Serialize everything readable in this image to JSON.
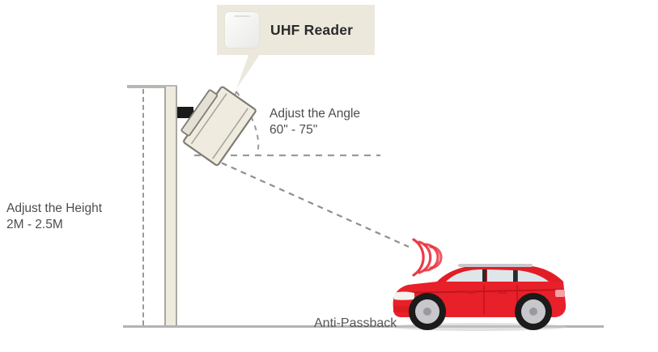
{
  "diagram": {
    "title_callout": {
      "label": "UHF Reader",
      "device_icon": "uhf-reader-device-icon",
      "background_color": "#ece8dc"
    },
    "labels": {
      "height": "Adjust the Height\n2M - 2.5M",
      "height_line1": "Adjust the Height",
      "height_line2": "2M - 2.5M",
      "angle": "Adjust the Angle\n60\" - 75\"",
      "angle_line1": "Adjust the Angle",
      "angle_line2": "60\" - 75\"",
      "anti_passback": "Anti-Passback"
    },
    "values": {
      "height_min": "2M",
      "height_max": "2.5M",
      "angle_min": "60\"",
      "angle_max": "75\""
    },
    "elements": {
      "pole": "mounting-pole",
      "bracket": "mounting-bracket",
      "reader_panel": "uhf-reader-panel",
      "ground": "ground-line",
      "beam": "rf-beam-dashed-line",
      "horizontal_reference": "horizontal-reference-dashed-line",
      "angle_arc": "angle-arc",
      "vehicle": "red-car",
      "rf_waves": "rf-signal-waves"
    },
    "colors": {
      "text": "#4d4d4d",
      "callout_bg": "#ece8dc",
      "pole_fill": "#eeeade",
      "pole_stroke": "#a9a79f",
      "dashed": "#9a9a9a",
      "ground": "#b3b3b3",
      "car_red": "#e8202a",
      "rf_red": "#e8323c",
      "bracket_dark": "#1a1a1a"
    }
  }
}
